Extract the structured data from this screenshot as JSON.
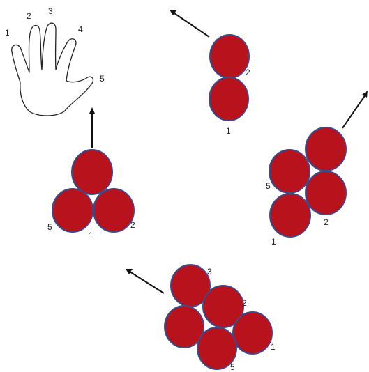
{
  "colors": {
    "disc_fill": "#b8121c",
    "disc_stroke": "#3d4a8c",
    "arrow": "#111111",
    "label": "#222222"
  },
  "hand": {
    "icon": "hand-outline-icon",
    "finger_labels": [
      "1",
      "2",
      "3",
      "4",
      "5"
    ]
  },
  "groups": [
    {
      "name": "two-disc-group",
      "disc_count": 2,
      "labels": [
        "2",
        "1"
      ]
    },
    {
      "name": "three-disc-group",
      "disc_count": 3,
      "labels": [
        "5",
        "1",
        "2"
      ]
    },
    {
      "name": "four-disc-group",
      "disc_count": 4,
      "labels": [
        "5",
        "2",
        "1"
      ]
    },
    {
      "name": "five-disc-group",
      "disc_count": 5,
      "labels": [
        "3",
        "2",
        "1",
        "5"
      ]
    }
  ]
}
